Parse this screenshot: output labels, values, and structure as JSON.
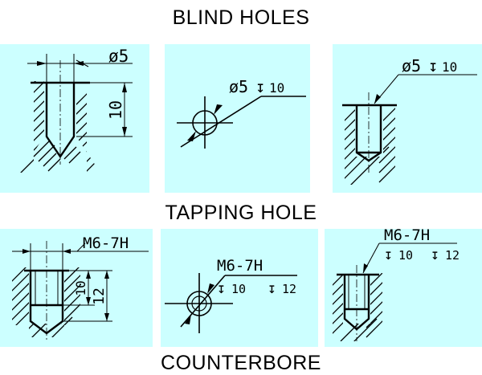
{
  "headings": {
    "blind_holes": "BLIND HOLES",
    "tapping_hole": "TAPPING HOLE",
    "counterbore": "COUNTERBORE"
  },
  "blind_holes": {
    "panel1": {
      "diameter": "ø5",
      "depth": "10"
    },
    "panel2": {
      "callout": "ø5",
      "depth_symbol": "↧",
      "depth": "10"
    },
    "panel3": {
      "callout": "ø5",
      "depth_symbol": "↧",
      "depth": "10"
    }
  },
  "tapping_hole": {
    "panel1": {
      "thread": "M6-7H",
      "thread_depth": "10",
      "drill_depth": "12"
    },
    "panel2": {
      "thread": "M6-7H",
      "depth_symbol": "↧",
      "thread_depth": "10",
      "drill_depth": "12"
    },
    "panel3": {
      "thread": "M6-7H",
      "depth_symbol": "↧",
      "thread_depth": "10",
      "drill_depth": "12"
    }
  },
  "colors": {
    "panel_background": "#ccffff",
    "line": "#000000"
  }
}
